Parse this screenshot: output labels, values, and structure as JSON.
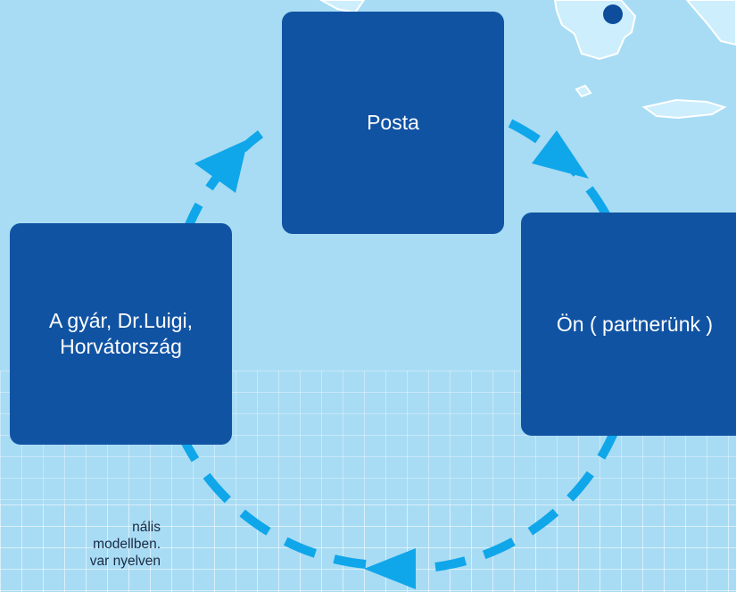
{
  "diagram": {
    "nodes": {
      "posta": "Posta",
      "on": "Ön ( partnerünk )",
      "factory": "A gyár, Dr.Luigi,\nHorvátország"
    },
    "caption_lines": [
      "nális",
      "modellben.",
      "var nyelven"
    ]
  },
  "colors": {
    "background": "#a8dcf4",
    "box": "#1153a3",
    "arrow": "#10a6ea",
    "map_land": "#cdeefc"
  }
}
